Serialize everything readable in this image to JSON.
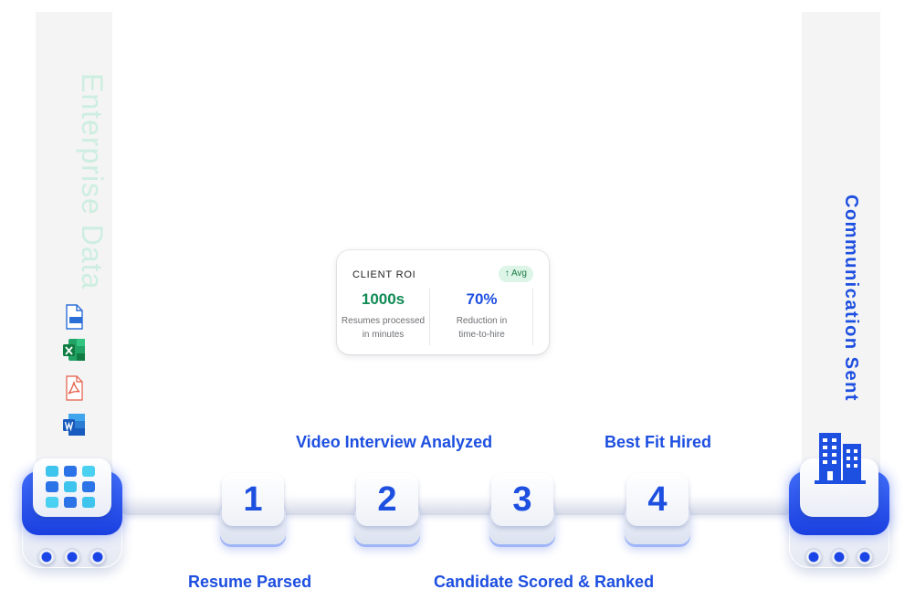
{
  "left_column": {
    "title": "Enterprise Data"
  },
  "right_column": {
    "title": "Communication Sent"
  },
  "file_icons": [
    "jpg-file-icon",
    "excel-icon",
    "pdf-icon",
    "word-icon"
  ],
  "steps": [
    {
      "number": "1",
      "label": "Resume Parsed"
    },
    {
      "number": "2",
      "label": "Video Interview Analyzed"
    },
    {
      "number": "3",
      "label": "Candidate Scored & Ranked"
    },
    {
      "number": "4",
      "label": "Best Fit Hired"
    }
  ],
  "card": {
    "title": "CLIENT ROI",
    "badge": "Avg",
    "stats": [
      {
        "value": "1000s",
        "line1": "Resumes processed",
        "line2": "in minutes",
        "color": "#0f8a55"
      },
      {
        "value": "70%",
        "line1": "Reduction in",
        "line2": "time-to-hire",
        "color": "#1d4fe0"
      }
    ]
  },
  "colors": {
    "accent": "#1d4fe0",
    "green": "#0f8a55",
    "muted_green": "#cdeee0"
  }
}
